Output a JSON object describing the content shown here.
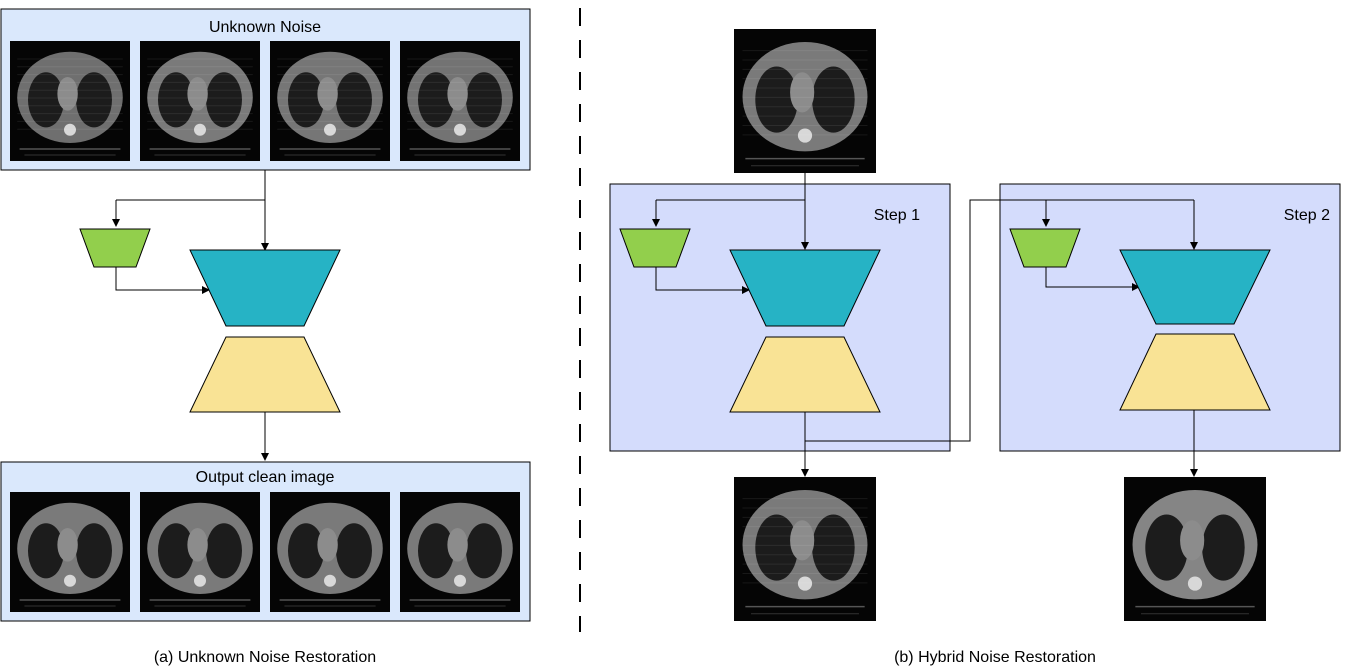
{
  "left_panel": {
    "input_box_title": "Unknown Noise",
    "output_box_title": "Output clean image",
    "caption": "(a) Unknown Noise Restoration",
    "input_images": [
      {
        "name": "ct-noisy-1",
        "tone": "#6f6f6f"
      },
      {
        "name": "ct-noisy-2",
        "tone": "#7a7a7a"
      },
      {
        "name": "ct-noisy-3",
        "tone": "#767676"
      },
      {
        "name": "ct-noisy-4",
        "tone": "#737373"
      }
    ],
    "output_images": [
      {
        "name": "ct-clean-1",
        "tone": "#7a7a7a"
      },
      {
        "name": "ct-clean-2",
        "tone": "#7a7a7a"
      },
      {
        "name": "ct-clean-3",
        "tone": "#7a7a7a"
      },
      {
        "name": "ct-clean-4",
        "tone": "#7a7a7a"
      }
    ]
  },
  "right_panel": {
    "step1_label": "Step 1",
    "step2_label": "Step 2",
    "caption": "(b) Hybrid Noise Restoration"
  },
  "colors": {
    "panel_fill": "#dae8fc",
    "step_fill": "#d4dcfc",
    "encoder": "#26b3c5",
    "decoder": "#f9e395",
    "prompt_module": "#92cf4c",
    "stroke": "#000000"
  }
}
